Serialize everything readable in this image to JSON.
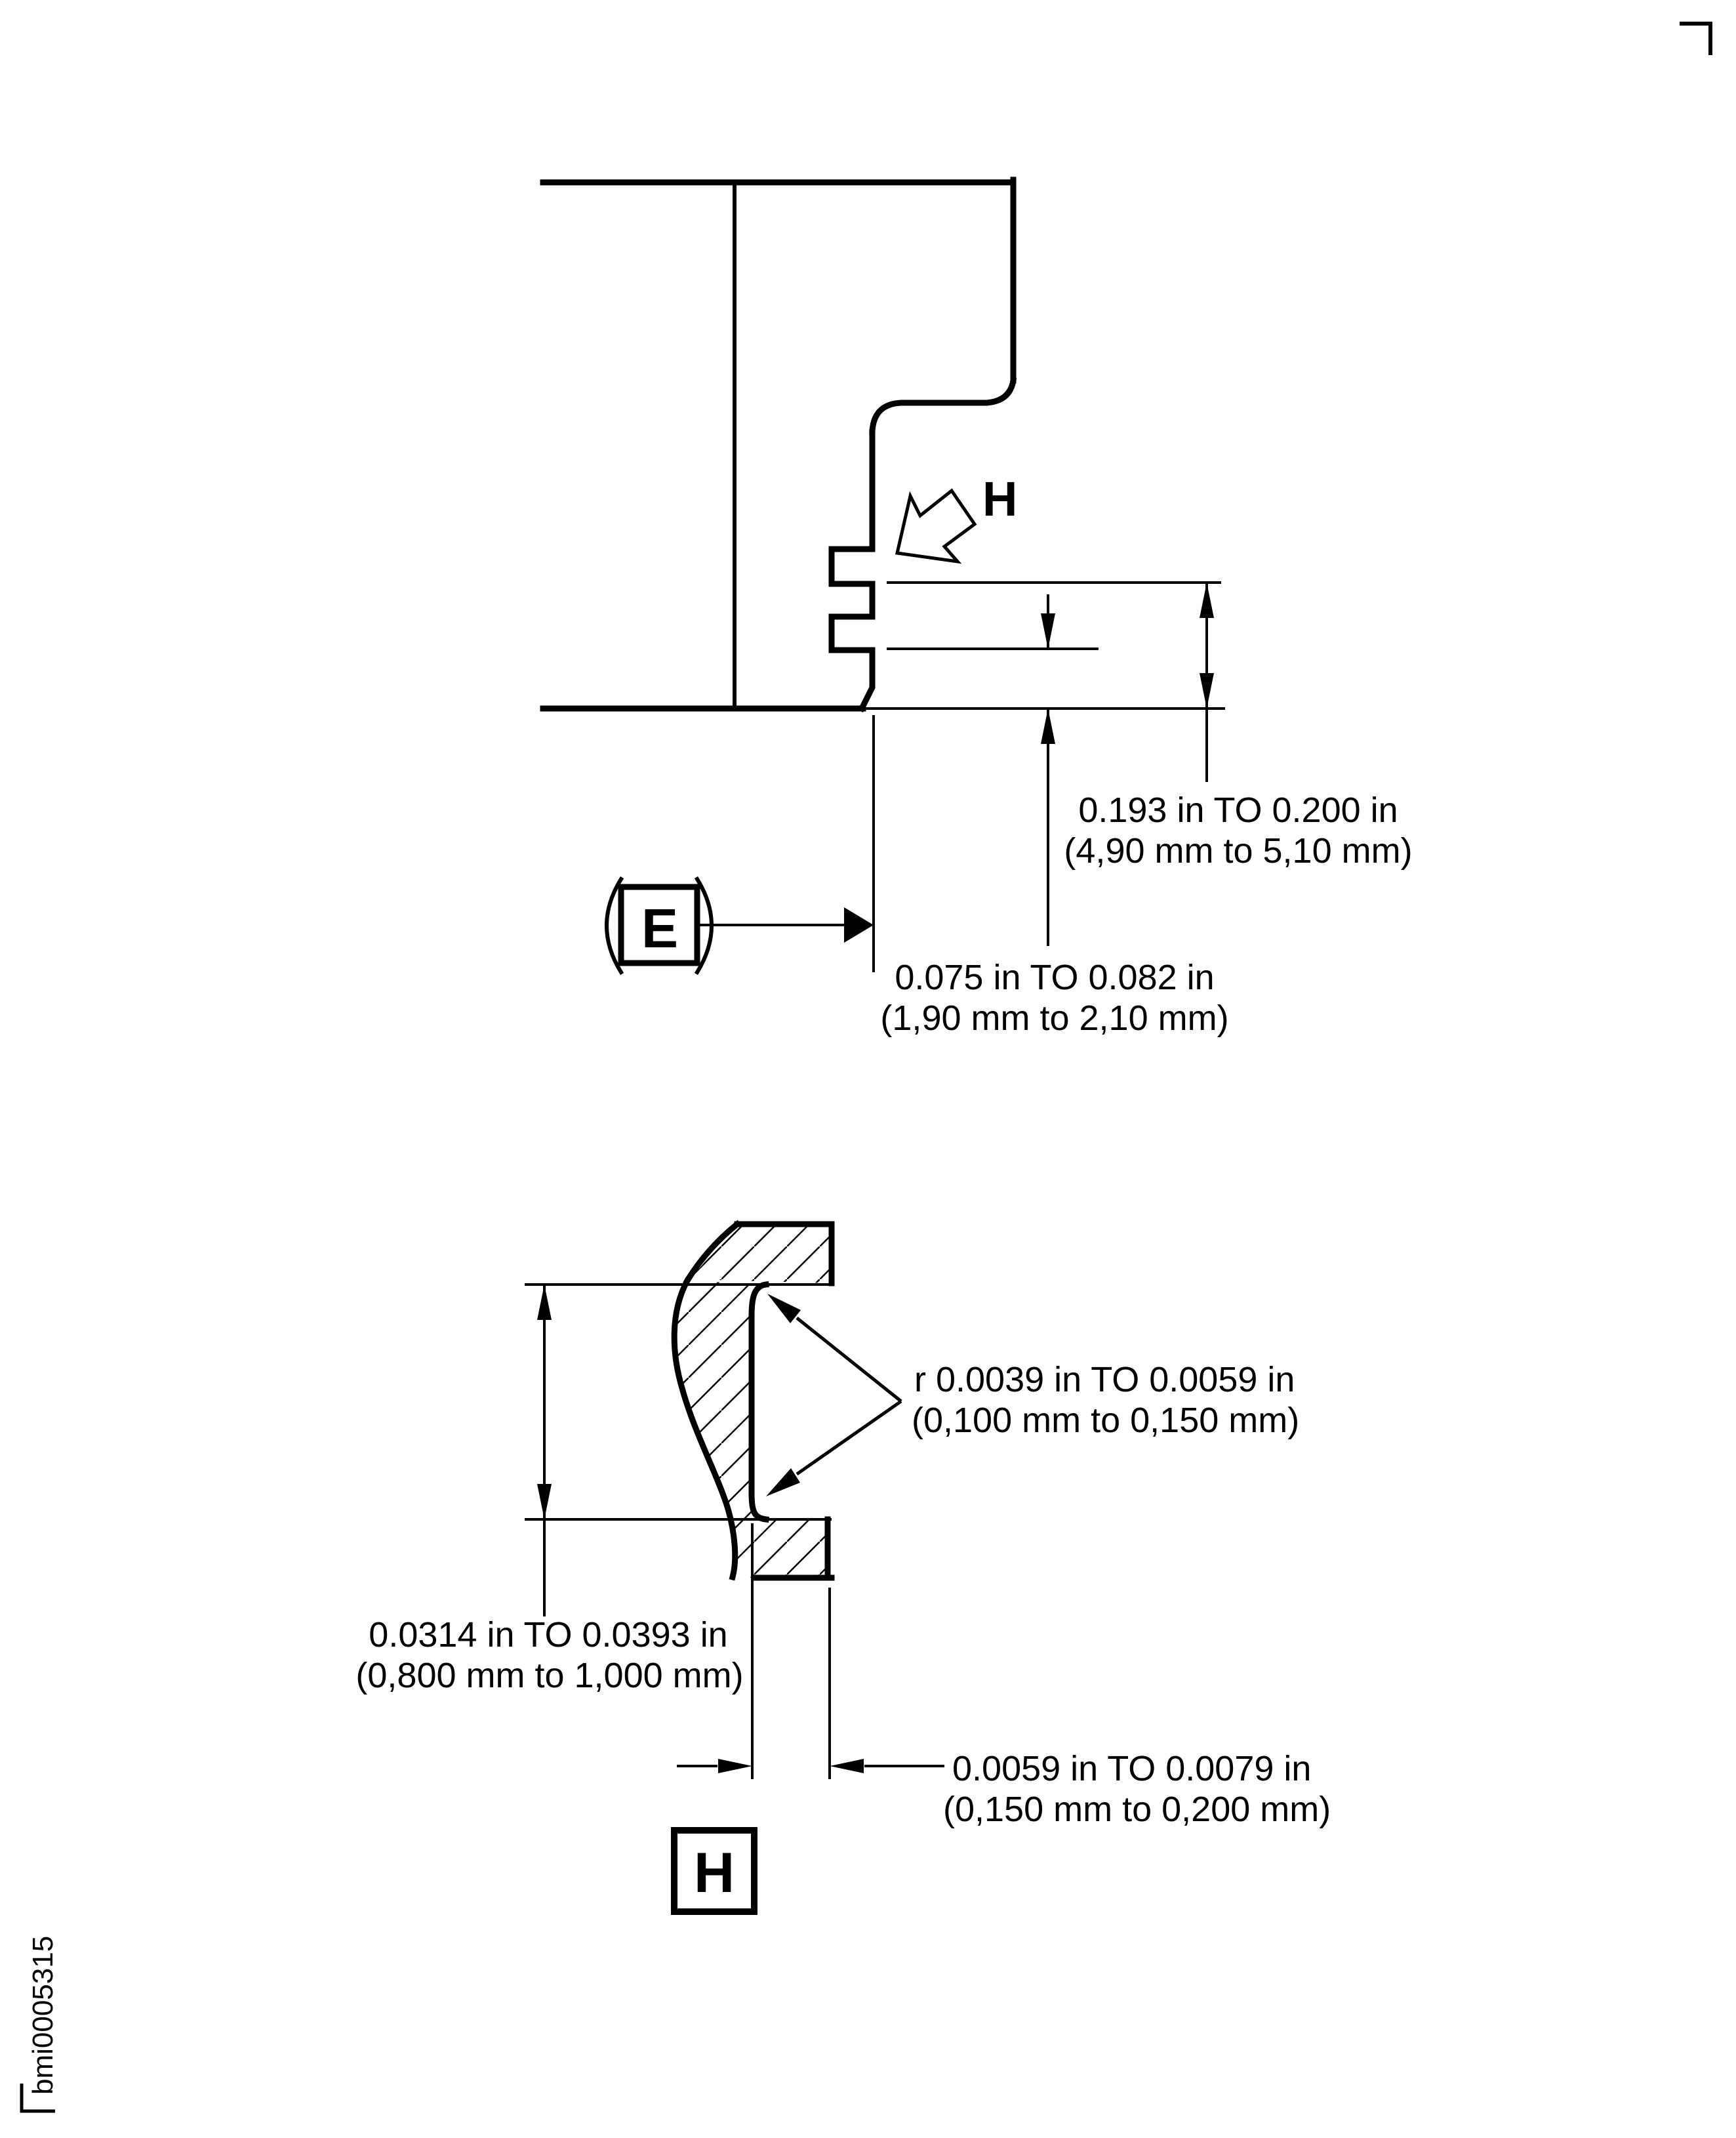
{
  "page": {
    "paper_color": "#ffffff",
    "ink_color": "#000000"
  },
  "section_view": {
    "view_arrow_label": "H",
    "datum_label": "E",
    "dim_groove1": {
      "line1": "0.193 in TO 0.200 in",
      "line2": "(4,90 mm to 5,10 mm)"
    },
    "dim_groove2": {
      "line1": "0.075 in TO 0.082 in",
      "line2": "(1,90 mm to 2,10 mm)"
    }
  },
  "detail_view": {
    "view_label": "H",
    "radius_note": {
      "line1": "r 0.0039 in TO 0.0059 in",
      "line2": "(0,100 mm to 0,150 mm)"
    },
    "dim_height": {
      "line1": "0.0314 in TO 0.0393 in",
      "line2": "(0,800 mm to 1,000 mm)"
    },
    "dim_width": {
      "line1": "0.0059 in TO 0.0079 in",
      "line2": "(0,150 mm to 0,200 mm)"
    }
  },
  "footer": {
    "figure_id": "bmi0005315"
  }
}
